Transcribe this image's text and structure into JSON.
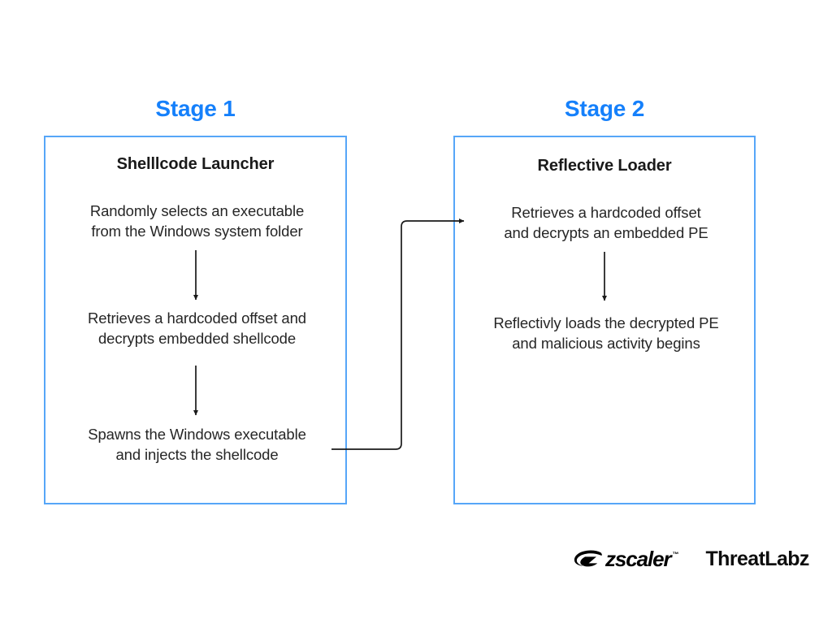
{
  "figure": {
    "background_color": "#ffffff",
    "accent_color": "#1580fb",
    "box_border_color": "#56a6f8",
    "text_color": "#262626",
    "arrow_color": "#1a1a1a"
  },
  "stages": [
    {
      "label": "Stage 1",
      "title": "Shelllcode Launcher",
      "steps": [
        "Randomly selects an executable\nfrom the Windows system folder",
        "Retrieves a hardcoded offset and\ndecrypts embedded shellcode",
        "Spawns the Windows executable\nand injects the shellcode"
      ]
    },
    {
      "label": "Stage 2",
      "title": "Reflective Loader",
      "steps": [
        "Retrieves a hardcoded offset\nand decrypts an embedded PE",
        "Reflectivly loads the decrypted PE\nand malicious activity begins"
      ]
    }
  ],
  "connectors": {
    "stage1_internal": [
      "step1-to-step2",
      "step2-to-step3"
    ],
    "stage2_internal": [
      "step1-to-step2"
    ],
    "stage1_to_stage2": "spawns-injects-to-reflective-loader"
  },
  "footer": {
    "brand": "zscaler",
    "trademark": "™",
    "sub_brand": "ThreatLabz"
  }
}
